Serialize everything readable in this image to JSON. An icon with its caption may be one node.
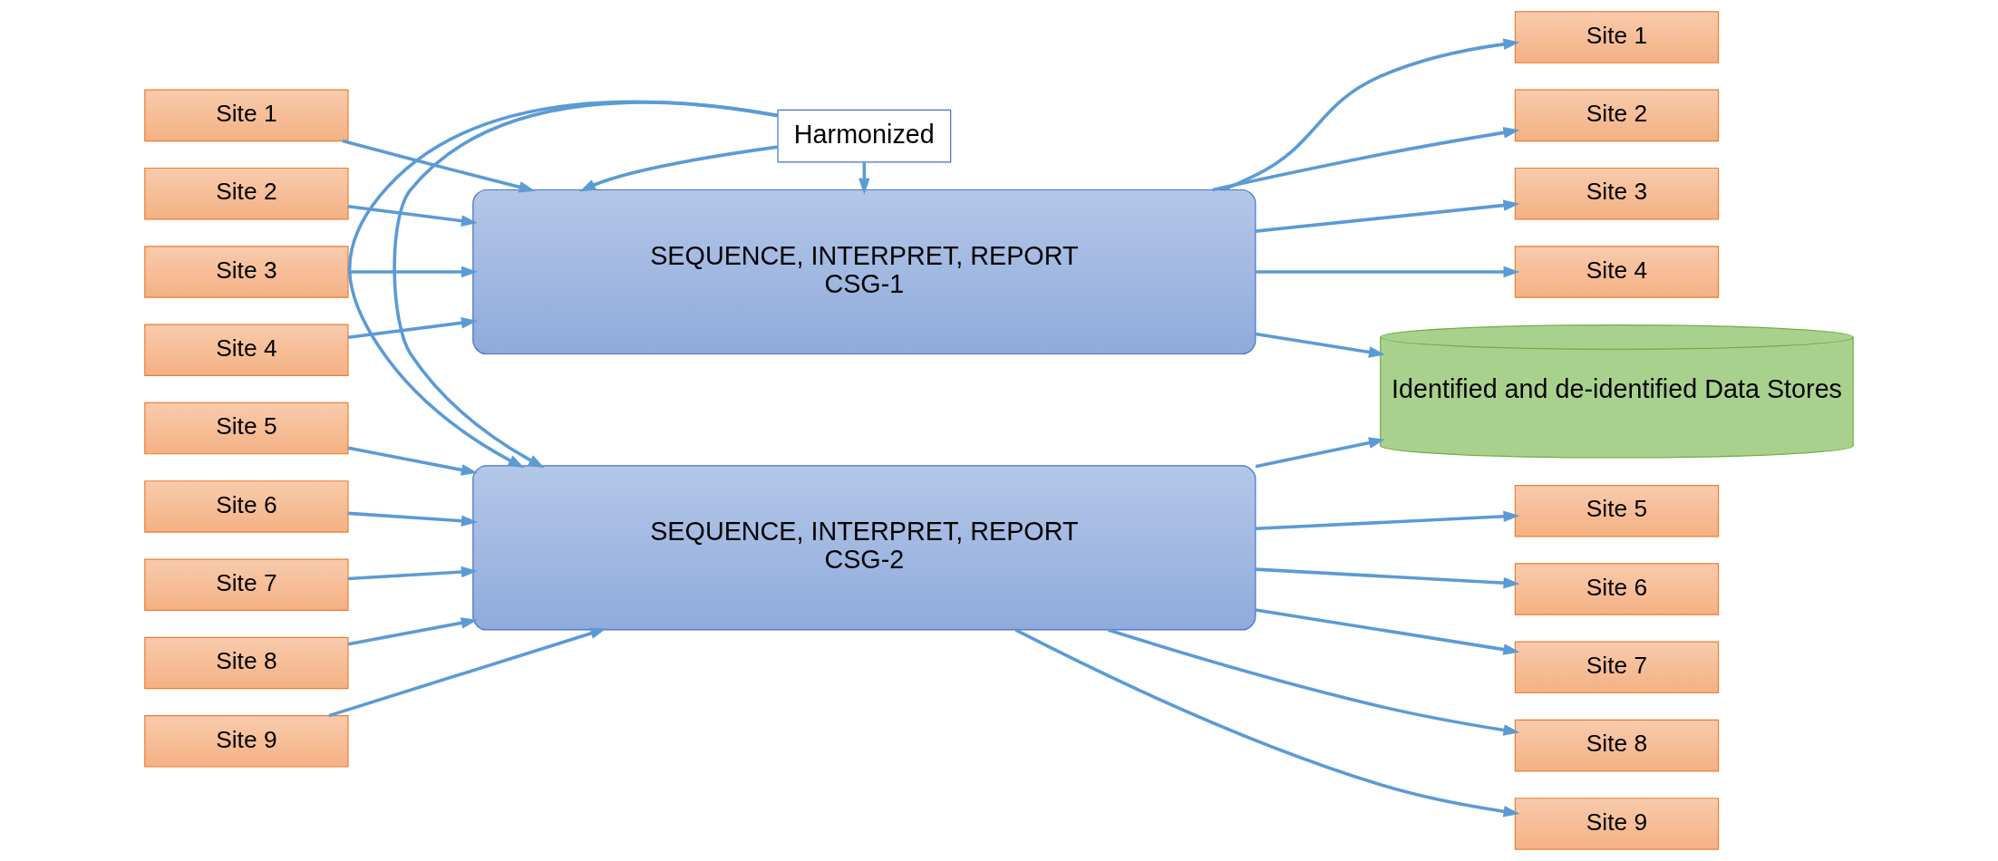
{
  "diagram": {
    "nodes": [
      {
        "text": [
          "Site 1"
        ]
      },
      {
        "text": [
          "Site 2"
        ]
      },
      {
        "text": [
          "Site 3"
        ]
      },
      {
        "text": [
          "Site 4"
        ]
      },
      {
        "text": [
          "Site 5"
        ]
      },
      {
        "text": [
          "Site 6"
        ]
      },
      {
        "text": [
          "Site 7"
        ]
      },
      {
        "text": [
          "Site 8"
        ]
      },
      {
        "text": [
          "Site 9"
        ]
      },
      {
        "text": [
          "SEQUENCE, INTERPRET, REPORT",
          "CSG-1"
        ]
      },
      {
        "text": [
          "Harmonized"
        ]
      },
      {
        "text": [
          "SEQUENCE, INTERPRET, REPORT",
          "CSG-2"
        ]
      },
      {
        "text": [
          "Identified and de-identified Data Stores"
        ]
      },
      {
        "text": [
          "Site 1"
        ]
      },
      {
        "text": [
          "Site 2"
        ]
      },
      {
        "text": [
          "Site 3"
        ]
      },
      {
        "text": [
          "Site 4"
        ]
      },
      {
        "text": [
          "Site 5"
        ]
      },
      {
        "text": [
          "Site 6"
        ]
      },
      {
        "text": [
          "Site 7"
        ]
      },
      {
        "text": [
          "Site 8"
        ]
      },
      {
        "text": [
          "Site 9"
        ]
      }
    ],
    "edges": [
      {
        "from": 0,
        "to": 9,
        "arrow": "to"
      },
      {
        "from": 1,
        "to": 9,
        "arrow": "to"
      },
      {
        "from": 2,
        "to": 9,
        "arrow": "to"
      },
      {
        "from": 3,
        "to": 9,
        "arrow": "to"
      },
      {
        "from": 4,
        "to": 11,
        "arrow": "to"
      },
      {
        "from": 5,
        "to": 11,
        "arrow": "to"
      },
      {
        "from": 6,
        "to": 11,
        "arrow": "to"
      },
      {
        "from": 7,
        "to": 11,
        "arrow": "to"
      },
      {
        "from": 8,
        "to": 11,
        "arrow": "to"
      },
      {
        "from": 10,
        "to": 9,
        "arrow": "to"
      },
      {
        "from": 10,
        "to": 9,
        "arrow": "to"
      },
      {
        "from": 10,
        "to": 11,
        "arrow": "to"
      },
      {
        "from": 10,
        "to": 11,
        "arrow": "to"
      },
      {
        "from": 9,
        "to": 12,
        "arrow": "to"
      },
      {
        "from": 11,
        "to": 12,
        "arrow": "to"
      },
      {
        "from": 9,
        "to": 13,
        "arrow": "to"
      },
      {
        "from": 9,
        "to": 14,
        "arrow": "to"
      },
      {
        "from": 9,
        "to": 15,
        "arrow": "to"
      },
      {
        "from": 9,
        "to": 16,
        "arrow": "to"
      },
      {
        "from": 11,
        "to": 17,
        "arrow": "to"
      },
      {
        "from": 11,
        "to": 18,
        "arrow": "to"
      },
      {
        "from": 11,
        "to": 19,
        "arrow": "to"
      },
      {
        "from": 11,
        "to": 20,
        "arrow": "to"
      },
      {
        "from": 11,
        "to": 21,
        "arrow": "to"
      }
    ]
  }
}
